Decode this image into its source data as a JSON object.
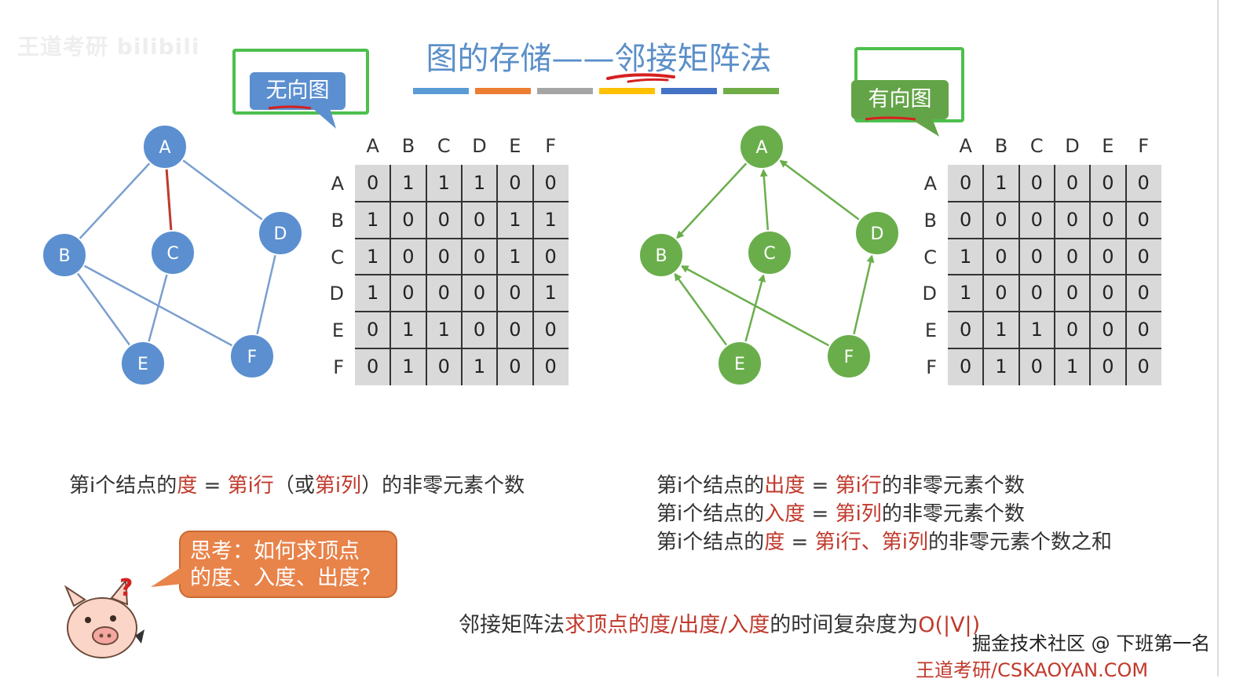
{
  "watermark": "王道考研 bilibili",
  "title": "图的存储——邻接矩阵法",
  "title_bar_colors": [
    "#5b9bd5",
    "#ed7d31",
    "#a5a5a5",
    "#ffc000",
    "#4472c4",
    "#70ad47"
  ],
  "undirected": {
    "tag": "无向图",
    "tag_color": "#5b8fd0",
    "node_color": "#5b8fd0",
    "edge_color": "#7a9fcf",
    "highlight_edge_color": "#c0392b",
    "nodes": [
      "A",
      "B",
      "C",
      "D",
      "E",
      "F"
    ],
    "edges": [
      [
        "A",
        "B"
      ],
      [
        "A",
        "C"
      ],
      [
        "A",
        "D"
      ],
      [
        "B",
        "E"
      ],
      [
        "B",
        "F"
      ],
      [
        "C",
        "E"
      ],
      [
        "D",
        "F"
      ]
    ],
    "highlight_edge": [
      "A",
      "C"
    ],
    "matrix": {
      "col_headers": [
        "A",
        "B",
        "C",
        "D",
        "E",
        "F"
      ],
      "row_headers": [
        "A",
        "B",
        "C",
        "D",
        "E",
        "F"
      ],
      "rows": [
        [
          "0",
          "1",
          "1",
          "1",
          "0",
          "0"
        ],
        [
          "1",
          "0",
          "0",
          "0",
          "1",
          "1"
        ],
        [
          "1",
          "0",
          "0",
          "0",
          "1",
          "0"
        ],
        [
          "1",
          "0",
          "0",
          "0",
          "0",
          "1"
        ],
        [
          "0",
          "1",
          "1",
          "0",
          "0",
          "0"
        ],
        [
          "0",
          "1",
          "0",
          "1",
          "0",
          "0"
        ]
      ]
    },
    "formula": {
      "p1": "第i个结点的",
      "r1": "度",
      "p2": " = ",
      "r2": "第i行",
      "p3": "（或",
      "r3": "第i列",
      "p4": "）的非零元素个数"
    }
  },
  "directed": {
    "tag": "有向图",
    "tag_color": "#64a448",
    "node_color": "#6aae4c",
    "edge_color": "#6aae4c",
    "nodes": [
      "A",
      "B",
      "C",
      "D",
      "E",
      "F"
    ],
    "arcs": [
      [
        "A",
        "B"
      ],
      [
        "C",
        "A"
      ],
      [
        "D",
        "A"
      ],
      [
        "E",
        "B"
      ],
      [
        "E",
        "C"
      ],
      [
        "F",
        "B"
      ],
      [
        "F",
        "D"
      ]
    ],
    "matrix": {
      "col_headers": [
        "A",
        "B",
        "C",
        "D",
        "E",
        "F"
      ],
      "row_headers": [
        "A",
        "B",
        "C",
        "D",
        "E",
        "F"
      ],
      "rows": [
        [
          "0",
          "1",
          "0",
          "0",
          "0",
          "0"
        ],
        [
          "0",
          "0",
          "0",
          "0",
          "0",
          "0"
        ],
        [
          "1",
          "0",
          "0",
          "0",
          "0",
          "0"
        ],
        [
          "1",
          "0",
          "0",
          "0",
          "0",
          "0"
        ],
        [
          "0",
          "1",
          "1",
          "0",
          "0",
          "0"
        ],
        [
          "0",
          "1",
          "0",
          "1",
          "0",
          "0"
        ]
      ]
    },
    "formulas": [
      {
        "p1": "第i个结点的",
        "r1": "出度",
        "p2": " = ",
        "r2": "第i行",
        "p3": "的非零元素个数"
      },
      {
        "p1": "第i个结点的",
        "r1": "入度",
        "p2": " = ",
        "r2": "第i列",
        "p3": "的非零元素个数"
      },
      {
        "p1": "第i个结点的",
        "r1": "度",
        "p2": " = ",
        "r2": "第i行、第i列",
        "p3": "的非零元素个数之和"
      }
    ]
  },
  "thinking": {
    "line1": "思考：如何求顶点",
    "line2": "的度、入度、出度？",
    "bubble_color": "#e8834a",
    "question_mark": "?"
  },
  "footer": {
    "p1": "邻接矩阵法",
    "r1": "求顶点的度/出度/入度",
    "p2": "的时间复杂度为",
    "r2": "O(|V|)"
  },
  "credit": "掘金技术社区 @ 下班第一名",
  "source": "王道考研/CSKAOYAN.COM"
}
